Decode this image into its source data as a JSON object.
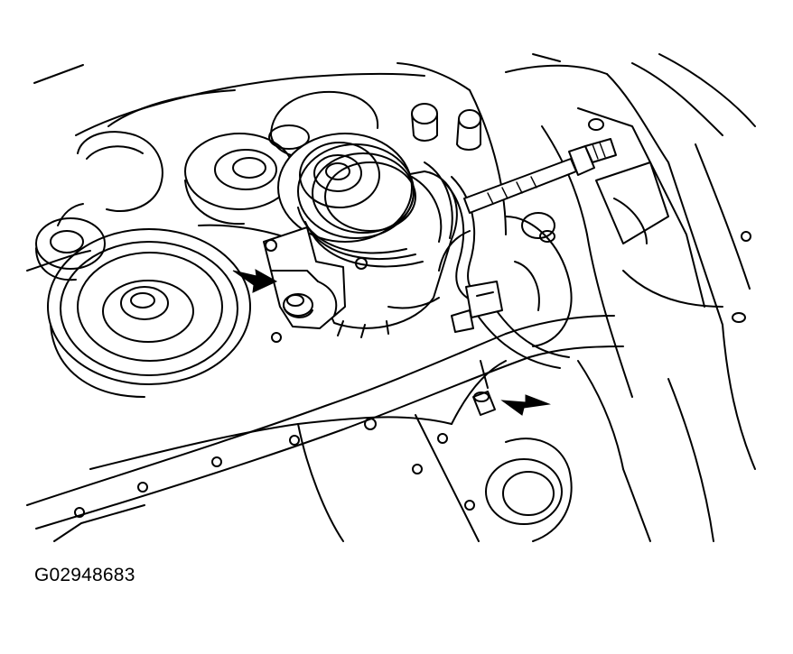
{
  "figure": {
    "caption": "G02948683",
    "colors": {
      "line": "#000000",
      "background": "#ffffff"
    },
    "callouts": [
      {
        "name": "bracket-bolt-arrow",
        "icon": "arrow-icon"
      },
      {
        "name": "lower-bolt-arrow",
        "icon": "arrow-icon"
      }
    ]
  }
}
